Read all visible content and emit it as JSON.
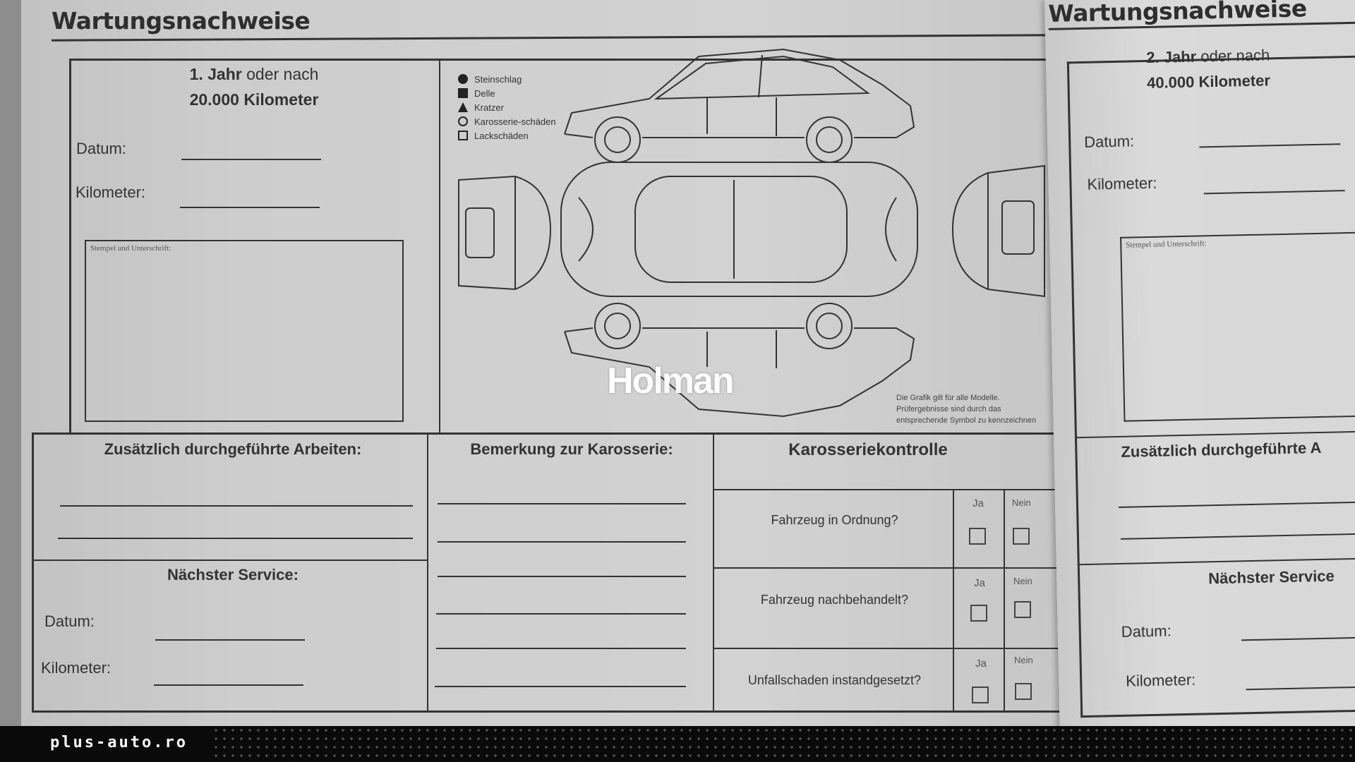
{
  "left_page": {
    "title": "Wartungsnachweise",
    "first_service": {
      "line1_bold": "1. Jahr",
      "line1_rest": "oder nach",
      "line2": "20.000 Kilometer",
      "date_label": "Datum:",
      "km_label": "Kilometer:",
      "stamp_label": "Stempel und Unterschrift:"
    },
    "legend": [
      {
        "icon": "filled-circle-icon",
        "label": "Steinschlag"
      },
      {
        "icon": "filled-square-icon",
        "label": "Delle"
      },
      {
        "icon": "filled-triangle-icon",
        "label": "Kratzer"
      },
      {
        "icon": "outline-circle-icon",
        "label": "Karosserie-schäden"
      },
      {
        "icon": "outline-square-icon",
        "label": "Lackschäden"
      }
    ],
    "diagram_note": [
      "Die Grafik gilt für alle Modelle.",
      "Prüfergebnisse sind durch das",
      "entsprechende Symbol zu kennzeichnen"
    ],
    "watermark": "Holman",
    "extra_work_title": "Zusätzlich durchgeführte Arbeiten:",
    "remarks_title": "Bemerkung zur Karosserie:",
    "next_service": {
      "title": "Nächster Service:",
      "date_label": "Datum:",
      "km_label": "Kilometer:"
    },
    "body_check": {
      "title": "Karosseriekontrolle",
      "rows": [
        {
          "question": "Fahrzeug in Ordnung?",
          "yes": "Ja",
          "no": "Nein"
        },
        {
          "question": "Fahrzeug nachbehandelt?",
          "yes": "Ja",
          "no": "Nein"
        },
        {
          "question": "Unfallschaden instandgesetzt?",
          "yes": "Ja",
          "no": "Nein"
        }
      ]
    }
  },
  "right_page": {
    "title": "Wartungsnachweise",
    "line1_bold": "2. Jahr",
    "line1_rest": "oder nach",
    "line2": "40.000 Kilometer",
    "date_label": "Datum:",
    "km_label": "Kilometer:",
    "stamp_label": "Stempel und Unterschrift:",
    "extra_work_title": "Zusätzlich durchgeführte A",
    "next_service_title": "Nächster Service",
    "next_date_label": "Datum:",
    "next_km_label": "Kilometer:"
  },
  "footer": {
    "brand": "plus-auto.ro"
  }
}
